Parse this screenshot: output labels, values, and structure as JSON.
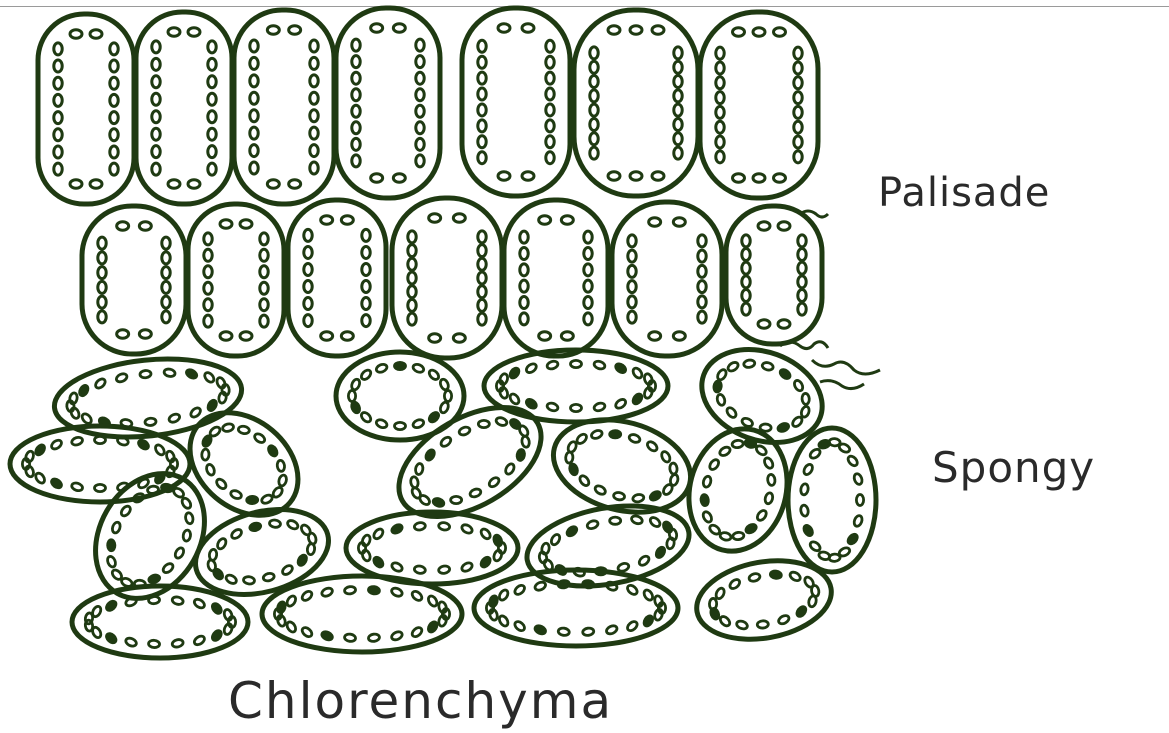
{
  "labels": {
    "palisade": "Palisade",
    "spongy": "Spongy",
    "title": "Chlorenchyma"
  },
  "colors": {
    "cell_outline": "#1f3a12",
    "chloroplast": "#1f3a12",
    "background": "#ffffff",
    "text": "#2a2a2a"
  },
  "tissues": [
    {
      "name": "palisade",
      "cell_shape": "elongated-rounded-rect",
      "rows": 2
    },
    {
      "name": "spongy",
      "cell_shape": "ellipse"
    }
  ]
}
